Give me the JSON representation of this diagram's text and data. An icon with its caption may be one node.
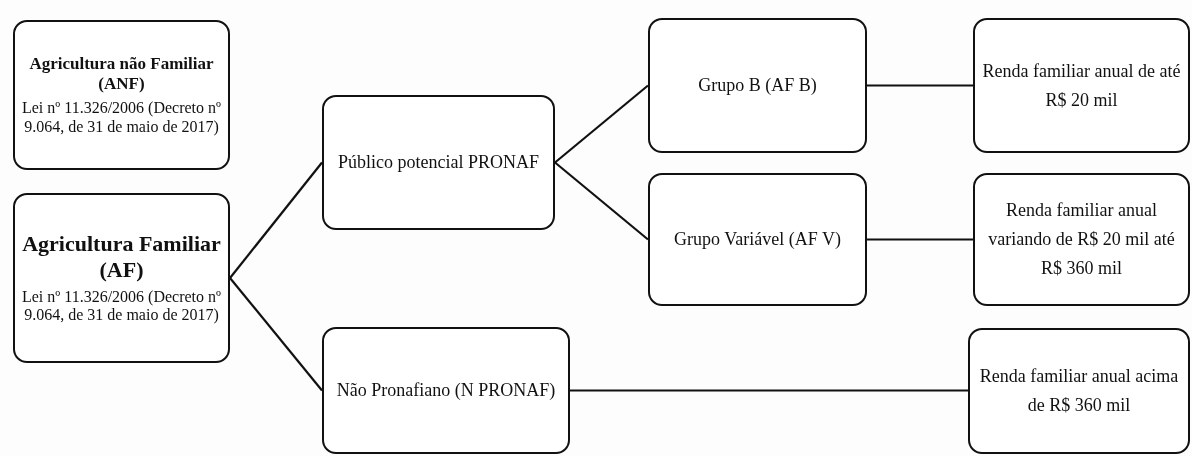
{
  "diagram": {
    "nodes": [
      {
        "text": [
          "Agricultura não Familiar (ANF)",
          "Lei nº 11.326/2006 (Decreto nº 9.064, de 31 de maio de 2017)"
        ]
      },
      {
        "text": [
          "Agricultura Familiar (AF)",
          "Lei nº 11.326/2006 (Decreto nº 9.064, de 31 de maio de 2017)"
        ]
      },
      {
        "text": [
          "Público potencial PRONAF"
        ]
      },
      {
        "text": [
          "Não Pronafiano (N PRONAF)"
        ]
      },
      {
        "text": [
          "Grupo B (AF B)"
        ]
      },
      {
        "text": [
          "Grupo Variável (AF V)"
        ]
      },
      {
        "text": [
          "Renda familiar anual de até R$ 20 mil"
        ]
      },
      {
        "text": [
          "Renda familiar anual variando de R$ 20 mil até R$ 360 mil"
        ]
      },
      {
        "text": [
          "Renda familiar anual acima de R$ 360 mil"
        ]
      }
    ],
    "edges": [
      {
        "from": 1,
        "to": 2,
        "arrow": "none"
      },
      {
        "from": 1,
        "to": 3,
        "arrow": "none"
      },
      {
        "from": 2,
        "to": 4,
        "arrow": "none"
      },
      {
        "from": 2,
        "to": 5,
        "arrow": "none"
      },
      {
        "from": 4,
        "to": 6,
        "arrow": "none"
      },
      {
        "from": 5,
        "to": 7,
        "arrow": "none"
      },
      {
        "from": 3,
        "to": 8,
        "arrow": "none"
      }
    ]
  }
}
